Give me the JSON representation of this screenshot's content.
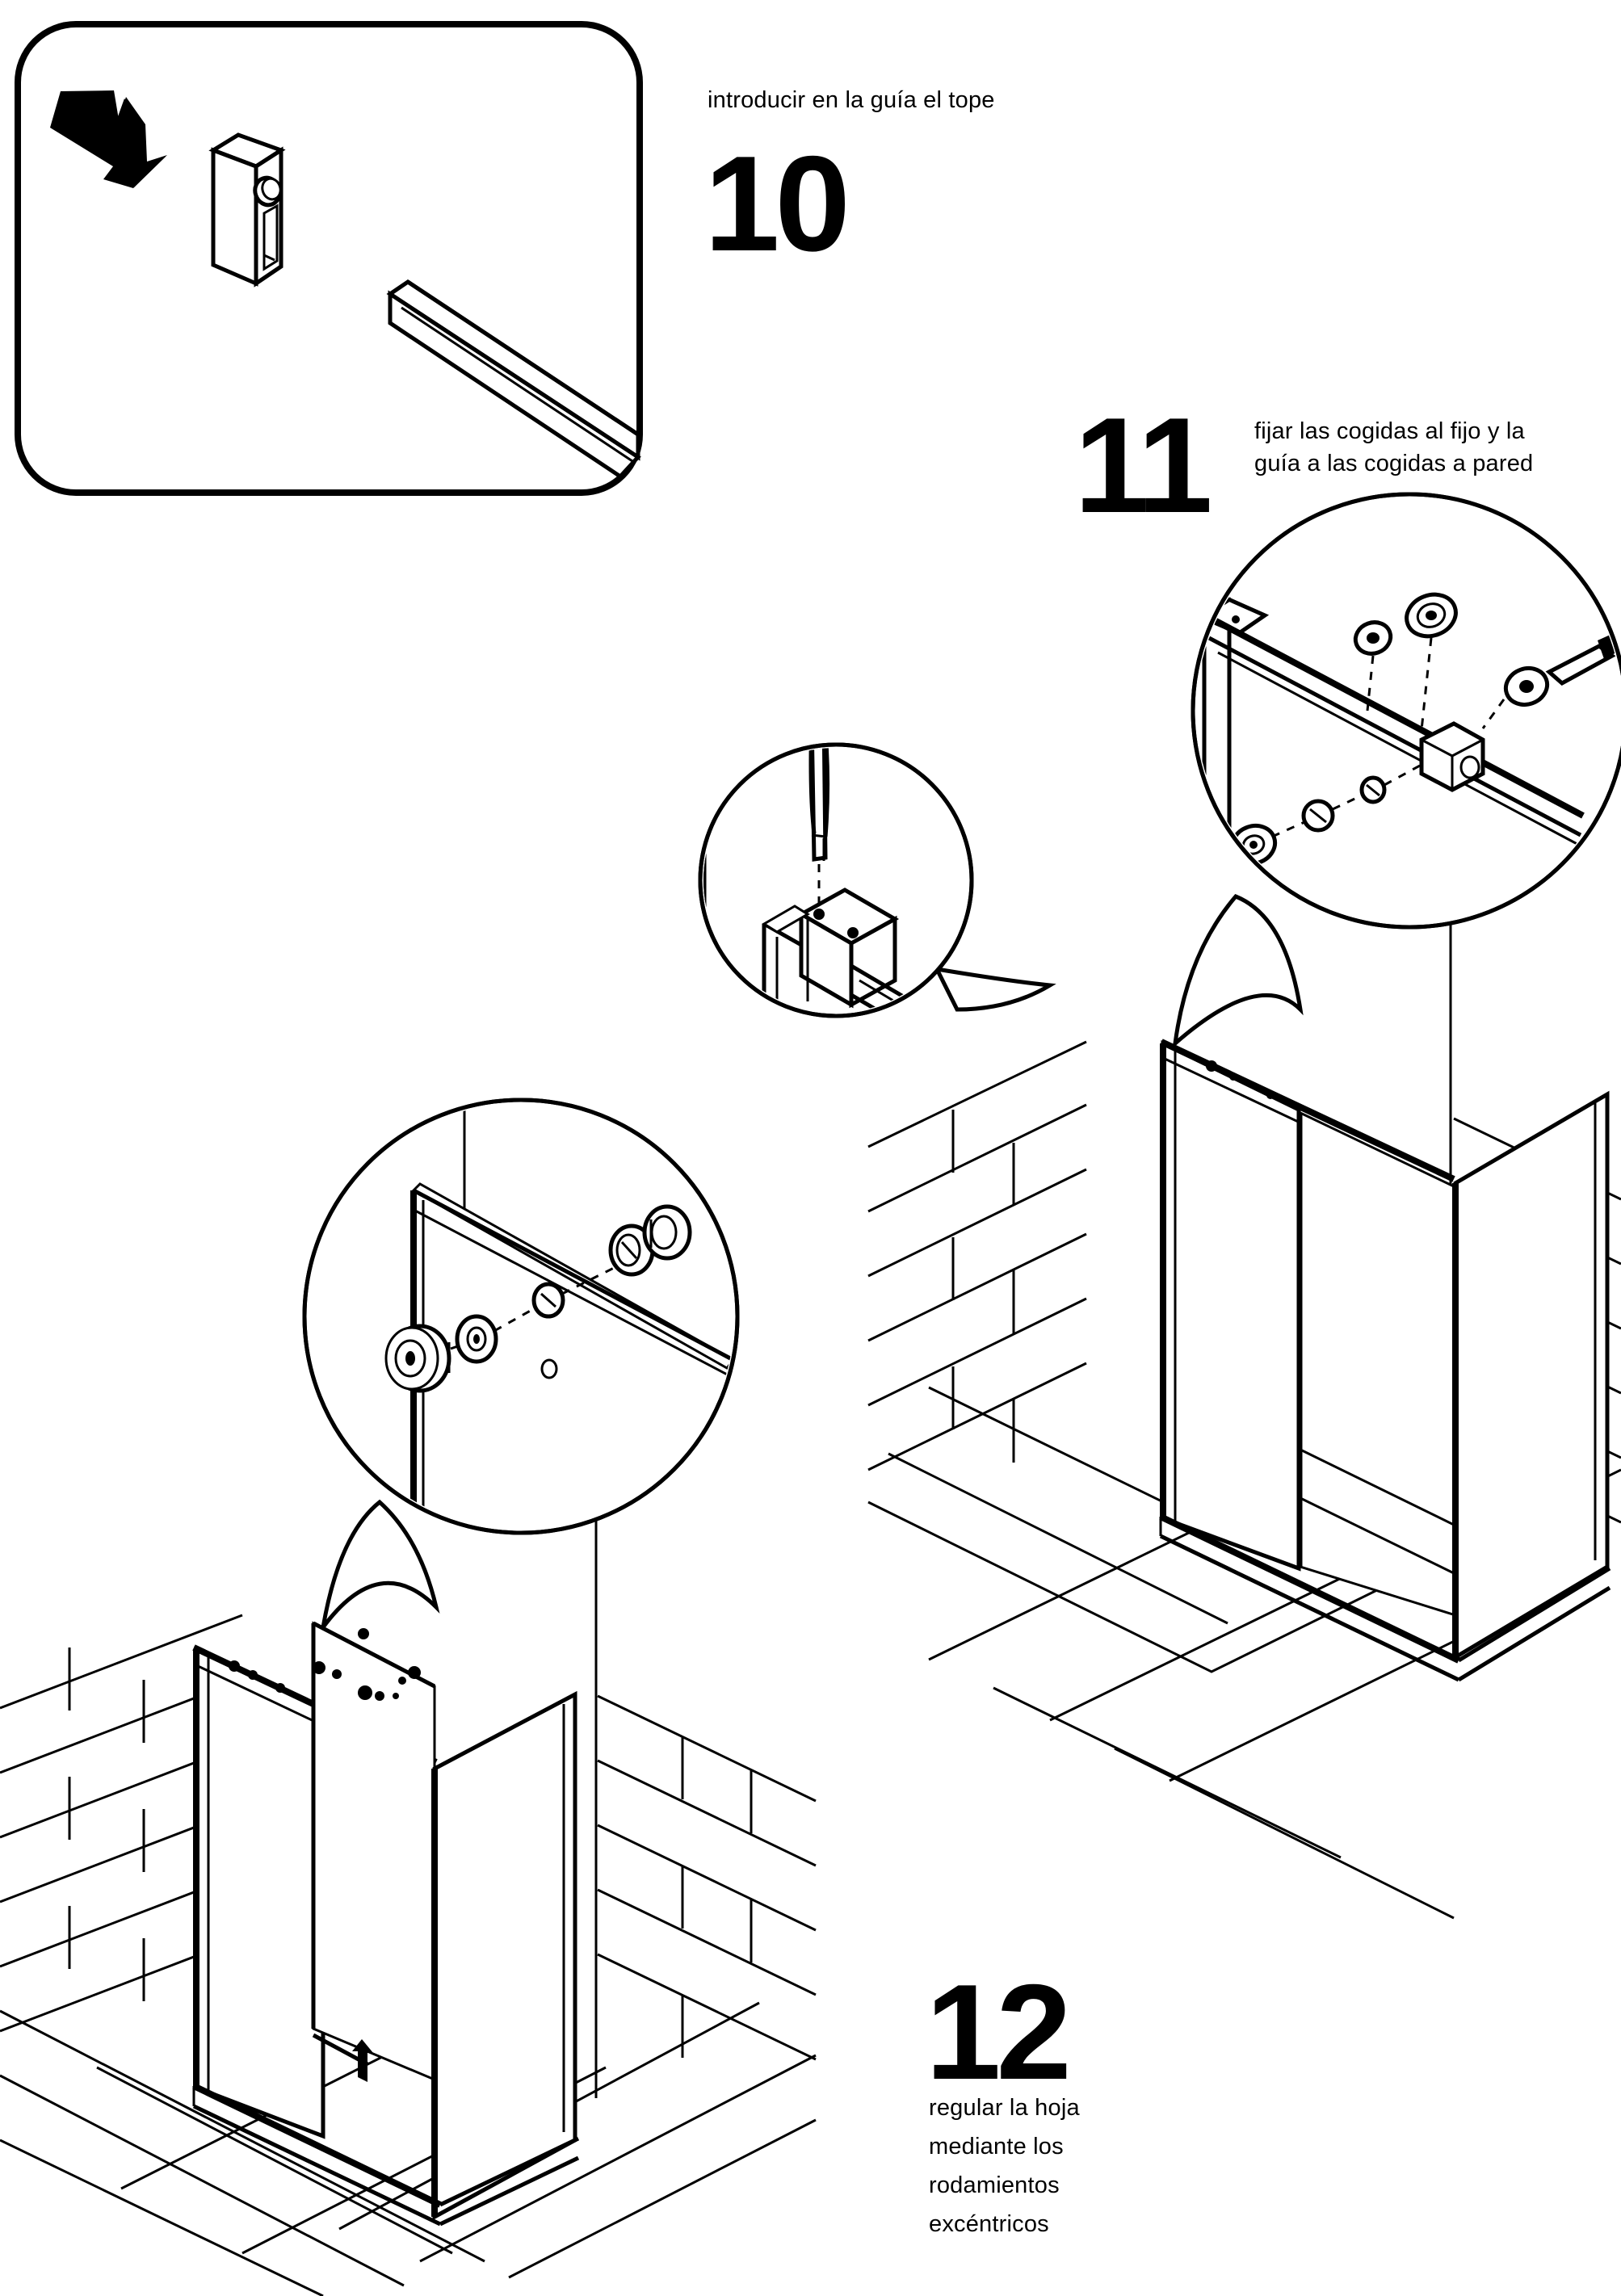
{
  "document": {
    "language": "es",
    "type": "assembly-instructions",
    "page_background": "#ffffff",
    "ink_color": "#000000"
  },
  "steps": [
    {
      "number": "10",
      "caption": "introducir en la guía el tope",
      "caption_lines": [
        "introducir en la guía el tope"
      ],
      "panel": {
        "kind": "rounded-frame-detail",
        "parts": [
          "arrow",
          "tope-block",
          "guide-rail"
        ]
      }
    },
    {
      "number": "11",
      "caption": "fijar las cogidas al fijo y la guía a las cogidas a pared",
      "caption_lines": [
        "fijar las cogidas al fijo y la",
        "guía a las cogidas a pared"
      ],
      "panel": {
        "kind": "isometric-enclosure",
        "callouts": [
          "bracket-screw-detail",
          "rail-fixing-detail"
        ]
      }
    },
    {
      "number": "12",
      "caption": "regular la hoja mediante los rodamientos excéntricos",
      "caption_lines": [
        "regular la hoja",
        "mediante los",
        "rodamientos",
        "excéntricos"
      ],
      "panel": {
        "kind": "isometric-enclosure",
        "callouts": [
          "eccentric-bearing-detail"
        ]
      }
    }
  ],
  "labels": {
    "step10_number": "10",
    "step10_caption": "introducir en la guía el tope",
    "step11_number": "11",
    "step11_caption_line1": "fijar las cogidas al fijo y la",
    "step11_caption_line2": "guía a las cogidas a pared",
    "step12_number": "12",
    "step12_caption_line1": "regular la hoja",
    "step12_caption_line2": "mediante los",
    "step12_caption_line3": "rodamientos",
    "step12_caption_line4": "excéntricos"
  },
  "parts_shown": {
    "tope": "tope (stop block)",
    "guia": "guía (guide rail)",
    "cogidas": "cogidas (brackets)",
    "rodamientos_excentricos": "rodamientos excéntricos (eccentric bearings)",
    "tornillos": "tornillos y arandelas (screws and washers)"
  }
}
